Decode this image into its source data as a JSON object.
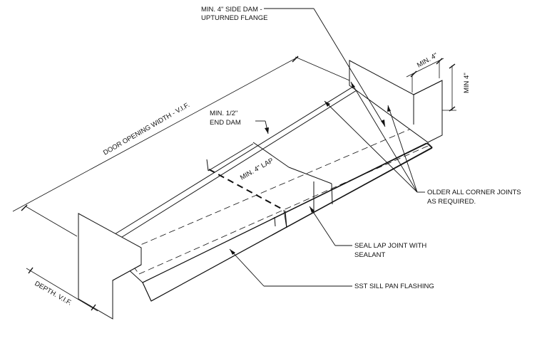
{
  "labels": {
    "side_dam": [
      "MIN. 4\" SIDE DAM -",
      "UPTURNED FLANGE"
    ],
    "min4_top": "MIN. 4\"",
    "min4_side": "MIN 4\"",
    "end_dam": [
      "MIN. 1/2\"",
      "END DAM"
    ],
    "door_width": "DOOR OPENING WIDTH - V.I.F.",
    "lap": "MIN. 4\" LAP",
    "corner_joints": [
      "OLDER ALL CORNER JOINTS",
      "AS REQUIRED."
    ],
    "seal_lap": [
      "SEAL LAP JOINT WITH",
      "SEALANT"
    ],
    "sill_pan": "SST SILL PAN FLASHING",
    "depth": "DEPTH. V.I.F."
  }
}
